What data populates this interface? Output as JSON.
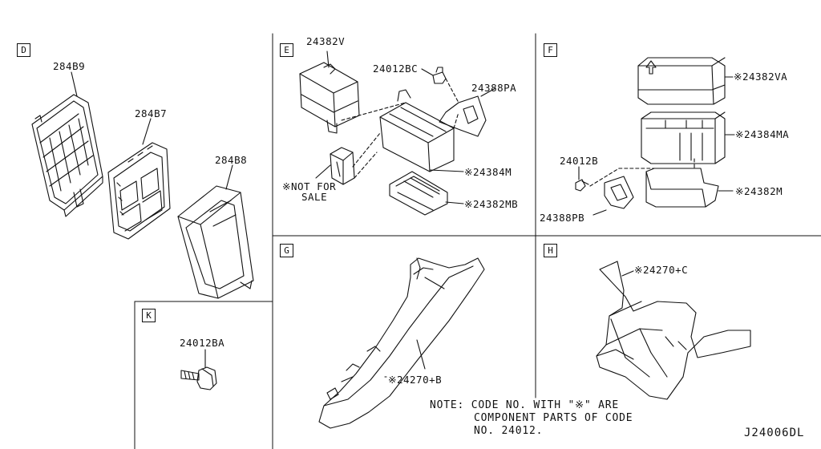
{
  "sections": {
    "D": "D",
    "E": "E",
    "F": "F",
    "G": "G",
    "H": "H",
    "K": "K"
  },
  "parts": {
    "p284B9": "284B9",
    "p284B7": "284B7",
    "p284B8": "284B8",
    "p24012BA": "24012BA",
    "p24382V": "24382V",
    "p24012BC": "24012BC",
    "p24388PA": "24388PA",
    "p24384M": "※24384M",
    "p24382MB": "※24382MB",
    "not_for_line1": "※NOT FOR",
    "not_for_line2": "SALE",
    "p24382VA": "※24382VA",
    "p24384MA": "※24384MA",
    "p24012B": "24012B",
    "p24382M": "※24382M",
    "p24388PB": "24388PB",
    "p24270B": "※24270+B",
    "p24270C": "※24270+C"
  },
  "note": {
    "line1": "NOTE: CODE NO. WITH \"※\" ARE",
    "line2": "COMPONENT PARTS OF CODE",
    "line3": "NO. 24012."
  },
  "diagram_code": "J24006DL"
}
